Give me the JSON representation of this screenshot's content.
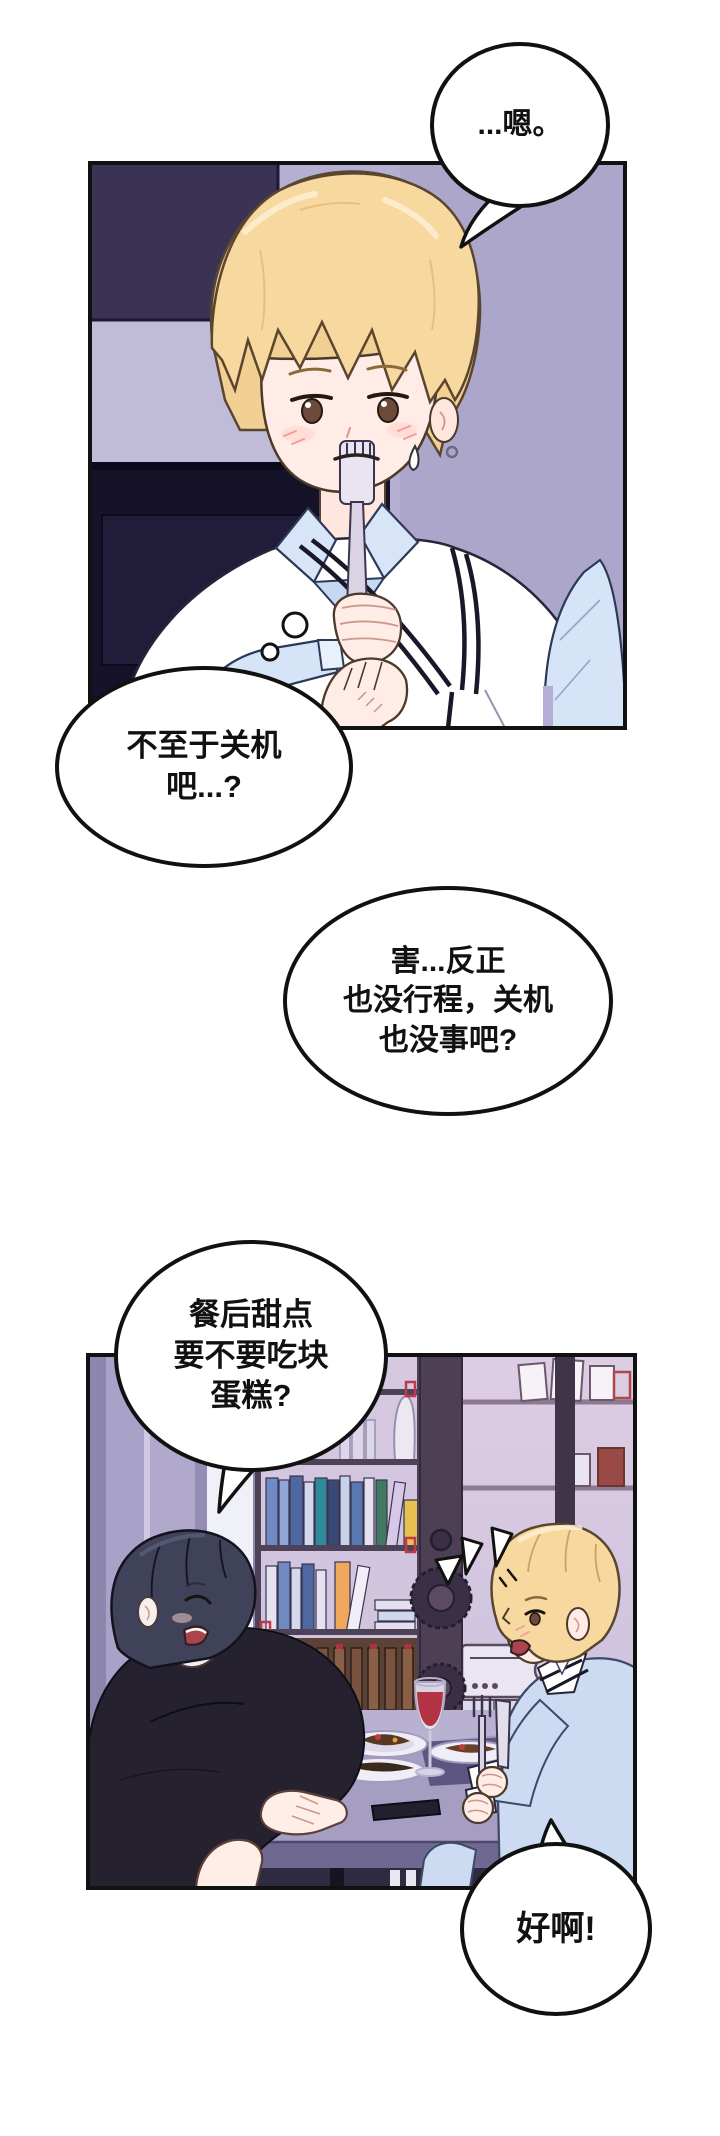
{
  "page": {
    "kind": "webtoon-comic-page",
    "language": "zh-CN",
    "background_color": "#ffffff",
    "panel_count": 2,
    "bubble_count": 5
  },
  "bubbles": [
    {
      "id": "bubble-1",
      "type": "speech",
      "text": "...嗯。",
      "tail": "bottom-left",
      "speaker": "blond-character"
    },
    {
      "id": "bubble-2",
      "type": "thought",
      "text": "不至于关机\n吧...?",
      "tail": "thought-dots",
      "speaker": "blond-character"
    },
    {
      "id": "bubble-3",
      "type": "speech",
      "text": "害...反正\n也没行程，关机\n也没事吧?",
      "tail": "none",
      "speaker": "off-panel"
    },
    {
      "id": "bubble-4",
      "type": "speech",
      "text": "餐后甜点\n要不要吃块\n蛋糕?",
      "tail": "bottom-left",
      "speaker": "dark-haired-character"
    },
    {
      "id": "bubble-5",
      "type": "speech",
      "text": "好啊!",
      "tail": "top-left",
      "speaker": "blond-character"
    }
  ],
  "panels": [
    {
      "id": "panel-1",
      "scene": "Close-up of a blond young man with an earring, blushing with a sweat drop, holding a fork to his mouth; dark navy kitchen cabinets on the left, lavender wall behind; white sweater vest with navy trim over a light blue shirt; two thought dots lead to a thought bubble.",
      "colors": {
        "wall": "#b5b0d2",
        "cabinet_dark": "#3b3354",
        "counter_dark": "#151229",
        "hair": "#f7d89e",
        "skin": "#ffece6",
        "vest": "#ffffff",
        "shirt": "#d6e4f7",
        "trim": "#1a1728",
        "handle_gold": "#c79a3d"
      }
    },
    {
      "id": "panel-2",
      "scene": "Dinner scene: dark-haired man in a black sweater at left smiling across a table with red wine glasses, plates of food and a phone; blond man at right in a light blue sweater holding fork and knife upright with an excited sparkle mark over his head; metal bookshelves with books, wine rack, frames and a stereo in the background.",
      "colors": {
        "wall": "#d8c8e0",
        "curtain": "#a9a2c8",
        "shelf_frame": "#4e4258",
        "bracket_red": "#c03a4a",
        "table": "#a59dc2",
        "placemat": "#5d5680",
        "wine": "#b23444",
        "sweater_black": "#25212e",
        "sweater_blue": "#ccdbf2",
        "hair_dark": "#3f4258",
        "hair_blond": "#f7d89e"
      }
    }
  ],
  "icons": {
    "thought_dots": "thought-trail-dots",
    "excitement_mark": "surprise-triangles"
  }
}
